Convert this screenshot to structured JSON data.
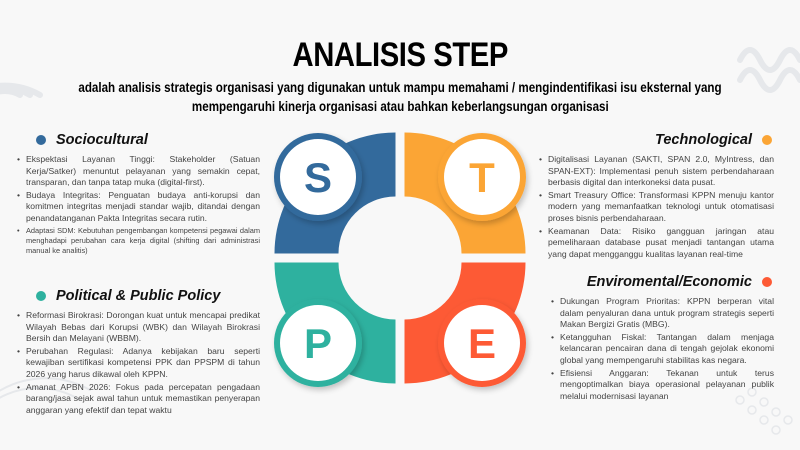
{
  "title": "ANALISIS STEP",
  "subtitle": {
    "line1": "adalah analisis strategis organisasi yang digunakan untuk mampu memahami / mengindentifikasi isu eksternal yang",
    "line2": "mempengaruhi kinerja organisasi atau bahkan keberlangsungan organisasi"
  },
  "colors": {
    "S": "#336a9c",
    "T": "#fba535",
    "P": "#2eb19f",
    "E": "#fd5a35"
  },
  "diagram": {
    "S": "S",
    "T": "T",
    "P": "P",
    "E": "E"
  },
  "sociocultural": {
    "heading": "Sociocultural",
    "items": [
      "Ekspektasi Layanan Tinggi: Stakeholder (Satuan Kerja/Satker) menuntut pelayanan yang semakin cepat, transparan, dan tanpa tatap muka (digital-first).",
      "Budaya Integritas: Penguatan budaya anti-korupsi dan komitmen integritas menjadi standar wajib, ditandai dengan penandatanganan Pakta Integritas secara rutin.",
      "Adaptasi SDM: Kebutuhan pengembangan kompetensi pegawai dalam menghadapi perubahan cara kerja digital (shifting dari administrasi manual ke analitis)"
    ]
  },
  "technological": {
    "heading": "Technological",
    "items": [
      "Digitalisasi Layanan (SAKTI, SPAN 2.0, MyIntress, dan SPAN-EXT): Implementasi penuh sistem perbendaharaan berbasis digital dan interkoneksi data pusat.",
      "Smart Treasury Office: Transformasi KPPN menuju kantor modern yang memanfaatkan teknologi untuk otomatisasi proses bisnis perbendaharaan.",
      "Keamanan Data: Risiko gangguan jaringan atau pemeliharaan database pusat menjadi tantangan utama yang dapat mengganggu kualitas layanan real-time"
    ]
  },
  "political": {
    "heading": "Political & Public Policy",
    "items": [
      "Reformasi Birokrasi: Dorongan kuat untuk mencapai predikat Wilayah Bebas dari Korupsi (WBK) dan Wilayah Birokrasi Bersih dan Melayani (WBBM).",
      "Perubahan Regulasi: Adanya kebijakan baru seperti kewajiban sertifikasi kompetensi PPK dan PPSPM di tahun 2026 yang harus dikawal oleh KPPN.",
      "Amanat APBN 2026: Fokus pada percepatan pengadaan barang/jasa sejak awal tahun untuk memastikan penyerapan anggaran yang efektif dan tepat waktu"
    ]
  },
  "environmental": {
    "heading": "Enviromental/Economic",
    "items": [
      "Dukungan Program Prioritas: KPPN berperan vital dalam penyaluran dana untuk program strategis seperti Makan Bergizi Gratis (MBG).",
      "Ketangguhan Fiskal: Tantangan dalam menjaga kelancaran pencairan dana di tengah gejolak ekonomi global yang mempengaruhi stabilitas kas negara.",
      "Efisiensi Anggaran: Tekanan untuk terus mengoptimalkan biaya operasional pelayanan publik melalui modernisasi layanan"
    ]
  }
}
